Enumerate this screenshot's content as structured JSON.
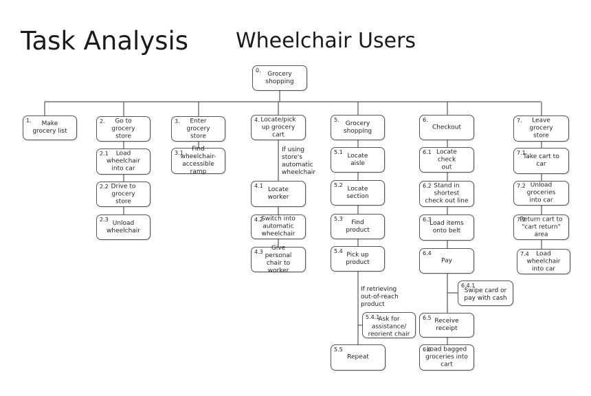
{
  "header": {
    "title": "Task Analysis",
    "subtitle": "Wheelchair Users"
  },
  "root": {
    "num": "0.",
    "label": "Grocery shopping"
  },
  "tasks": [
    {
      "num": "1.",
      "label": "Make grocery list",
      "steps": []
    },
    {
      "num": "2.",
      "label": "Go to grocery store",
      "steps": [
        {
          "num": "2.1",
          "label": "Load wheelchair into car"
        },
        {
          "num": "2.2",
          "label": "Drive to grocery store"
        },
        {
          "num": "2.3",
          "label": "Unload wheelchair"
        }
      ]
    },
    {
      "num": "3.",
      "label": "Enter grocery store",
      "steps": [
        {
          "num": "3.1",
          "label": "Find wheelchair-accessible ramp"
        }
      ]
    },
    {
      "num": "4.",
      "label": "Locate/pick up grocery cart",
      "condition": "If using store's automatic wheelchair",
      "steps": [
        {
          "num": "4.1",
          "label": "Locate worker"
        },
        {
          "num": "4.2",
          "label": "Switch into automatic wheelchair"
        },
        {
          "num": "4.3",
          "label": "Give personal chair to worker"
        }
      ]
    },
    {
      "num": "5.",
      "label": "Grocery shopping",
      "steps": [
        {
          "num": "5.1",
          "label": "Locate aisle"
        },
        {
          "num": "5.2",
          "label": "Locate section"
        },
        {
          "num": "5.3",
          "label": "Find product"
        },
        {
          "num": "5.4",
          "label": "Pick up product",
          "condition": "If retrieving out-of-reach product",
          "substep": {
            "num": "5.4.1",
            "label": "Ask for assistance/ reorient chair"
          }
        },
        {
          "num": "5.5",
          "label": "Repeat"
        }
      ]
    },
    {
      "num": "6.",
      "label": "Checkout",
      "steps": [
        {
          "num": "6.1",
          "label": "Locate check out"
        },
        {
          "num": "6.2",
          "label": "Stand in shortest check out line"
        },
        {
          "num": "6.3",
          "label": "Load items onto belt"
        },
        {
          "num": "6.4",
          "label": "Pay",
          "substep": {
            "num": "6.4.1",
            "label": "Swipe card or pay with cash"
          }
        },
        {
          "num": "6.5",
          "label": "Receive receipt"
        },
        {
          "num": "6.6",
          "label": "Load bagged groceries into cart"
        }
      ]
    },
    {
      "num": "7.",
      "label": "Leave grocery store",
      "steps": [
        {
          "num": "7.1",
          "label": "Take cart to car"
        },
        {
          "num": "7.2",
          "label": "Unload groceries into car"
        },
        {
          "num": "7.3",
          "label": "Return cart to \"cart return\" area"
        },
        {
          "num": "7.4",
          "label": "Load wheelchair into car"
        }
      ]
    }
  ]
}
